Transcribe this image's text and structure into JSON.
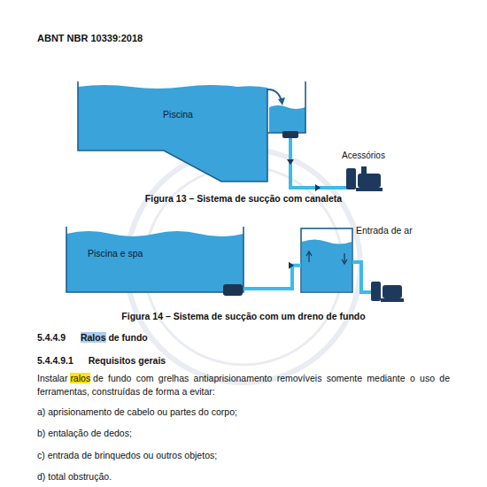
{
  "diagram": {
    "title": "ABNT NBR 10339:2018",
    "nodes": [
      {
        "text": [
          "Piscina"
        ]
      },
      {
        "text": [
          "Piscina e spa"
        ]
      },
      {
        "text": [
          "Entrada de ar"
        ]
      }
    ],
    "edges": [
      {
        "from": 1,
        "to": 2,
        "arrow": "to"
      }
    ],
    "labels": [
      "Acessórios",
      "Figura 13 – Sistema de sucção com canaleta",
      "Figura 14 – Sistema de sucção com um dreno de fundo",
      "5.4.4.9",
      "Ralos",
      "de fundo",
      "5.4.4.9.1",
      "Requisitos gerais",
      "Instalar",
      "ralos",
      "de fundo com grelhas antiaprisionamento removíveis somente mediante o uso de ferramentas, construídas de forma a evitar:",
      "a) aprisionamento de cabelo ou partes do corpo;",
      "b) entalação de dedos;",
      "c) entrada de brinquedos ou outros objetos;",
      "d) total obstrução."
    ]
  }
}
